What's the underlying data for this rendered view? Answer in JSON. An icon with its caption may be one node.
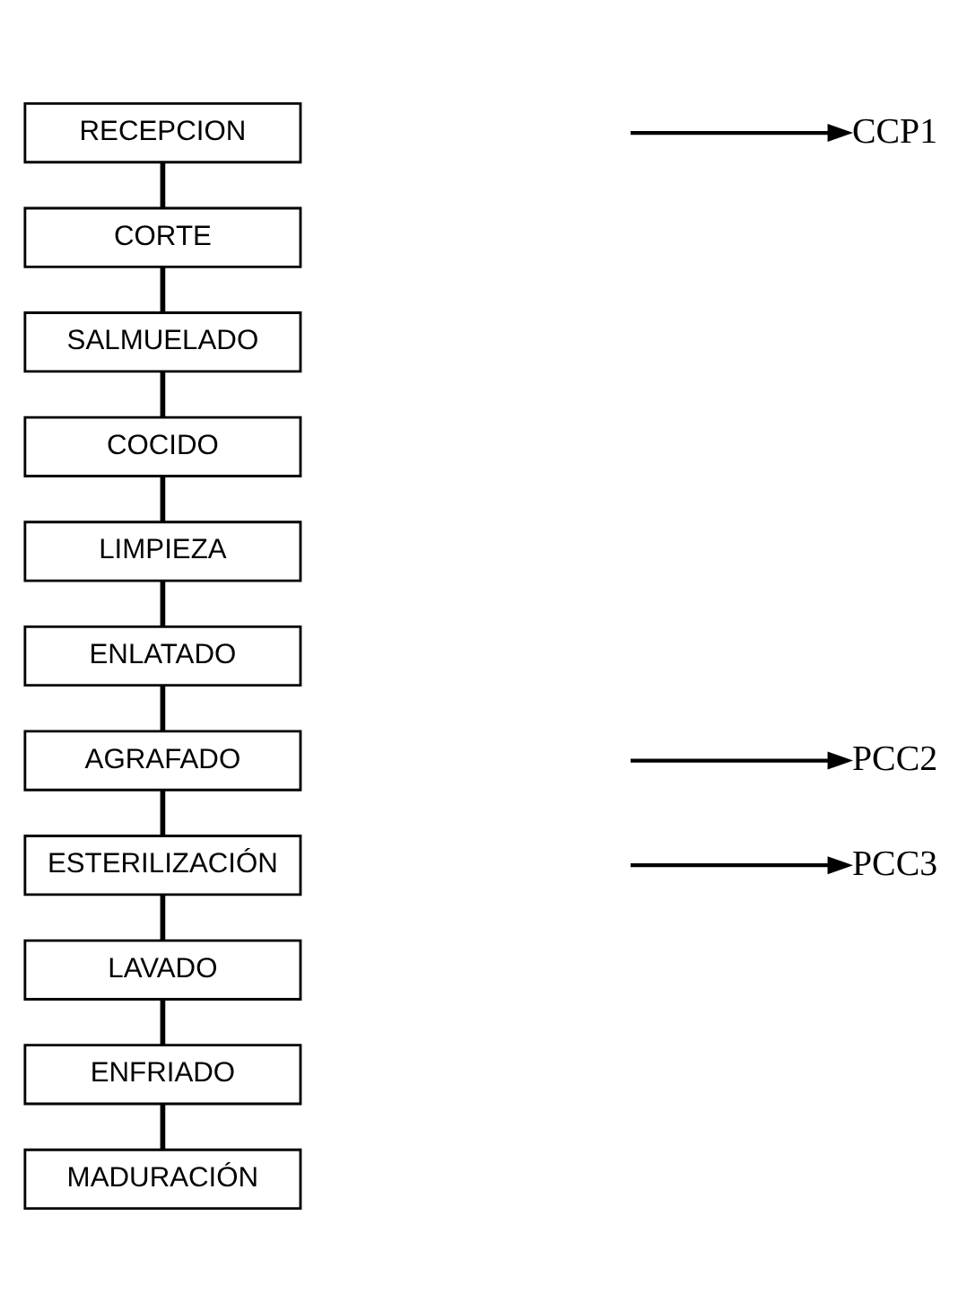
{
  "diagram": {
    "nodes": [
      {
        "text": [
          "RECEPCION"
        ]
      },
      {
        "text": [
          "CORTE"
        ]
      },
      {
        "text": [
          "SALMUELADO"
        ]
      },
      {
        "text": [
          "COCIDO"
        ]
      },
      {
        "text": [
          "LIMPIEZA"
        ]
      },
      {
        "text": [
          "ENLATADO"
        ]
      },
      {
        "text": [
          "AGRAFADO"
        ]
      },
      {
        "text": [
          "ESTERILIZACIÓN"
        ]
      },
      {
        "text": [
          "LAVADO"
        ]
      },
      {
        "text": [
          "ENFRIADO"
        ]
      },
      {
        "text": [
          "MADURACIÓN"
        ]
      },
      {
        "text": [
          "CCP1"
        ]
      },
      {
        "text": [
          "PCC2"
        ]
      },
      {
        "text": [
          "PCC3"
        ]
      }
    ],
    "edges": [
      {
        "from": 0,
        "to": 1,
        "arrow": "none"
      },
      {
        "from": 1,
        "to": 2,
        "arrow": "none"
      },
      {
        "from": 2,
        "to": 3,
        "arrow": "none"
      },
      {
        "from": 3,
        "to": 4,
        "arrow": "none"
      },
      {
        "from": 4,
        "to": 5,
        "arrow": "none"
      },
      {
        "from": 5,
        "to": 6,
        "arrow": "none"
      },
      {
        "from": 6,
        "to": 7,
        "arrow": "none"
      },
      {
        "from": 7,
        "to": 8,
        "arrow": "none"
      },
      {
        "from": 8,
        "to": 9,
        "arrow": "none"
      },
      {
        "from": 9,
        "to": 10,
        "arrow": "none"
      },
      {
        "from": null,
        "to": 11,
        "arrow": "to"
      },
      {
        "from": null,
        "to": 12,
        "arrow": "to"
      },
      {
        "from": null,
        "to": 13,
        "arrow": "to"
      }
    ]
  }
}
